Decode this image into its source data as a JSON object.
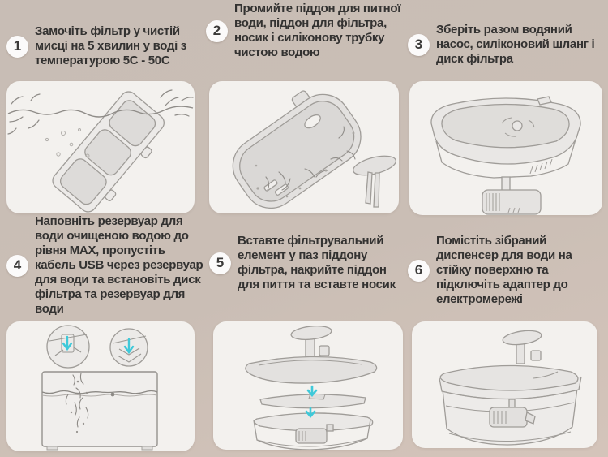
{
  "page": {
    "language": "uk",
    "background_color": "#c9beb6",
    "card_color": "#f3f1ee",
    "text_color": "#333231",
    "accent_color": "#3fc9d9"
  },
  "steps": [
    {
      "number": "1",
      "text": "Замочіть фільтр у чистій мисці на 5 хвилин у воді з температурою 5C - 50C",
      "illustration": "filter-soaking-in-water"
    },
    {
      "number": "2",
      "text": "Промийте піддон для питної води, піддон для фільтра, носик і силіконову трубку чистою водою",
      "illustration": "rinsing-tray-and-spout"
    },
    {
      "number": "3",
      "text": "Зберіть разом водяний насос, силіконовий шланг і диск фільтра",
      "illustration": "tray-with-pump-assembly"
    },
    {
      "number": "4",
      "text": "Наповніть резервуар для води очищеною водою до рівня MAX, пропустіть кабель USB через резервуар для води та встановіть диск фільтра та резервуар для води",
      "illustration": "filling-water-tank-with-callouts"
    },
    {
      "number": "5",
      "text": "Вставте фільтрувальний елемент у паз піддону фільтра, накрийте піддон для пиття та вставте носик",
      "illustration": "exploded-assembly-view"
    },
    {
      "number": "6",
      "text": "Помістіть зібраний диспенсер для води на стійку поверхню та підключіть адаптер до електромережі",
      "illustration": "assembled-dispenser"
    }
  ]
}
